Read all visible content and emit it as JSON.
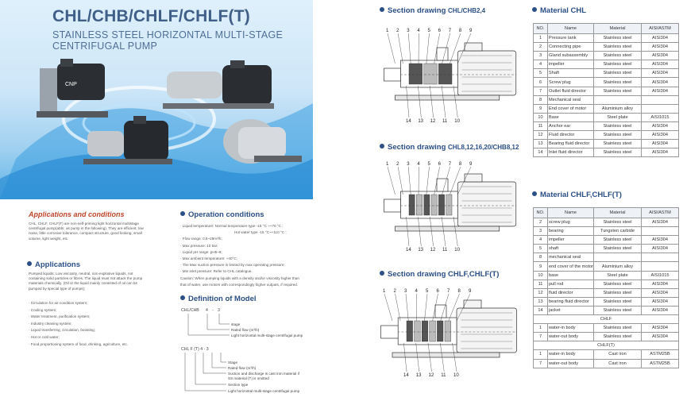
{
  "hero": {
    "title": "CHL/CHB/CHLF/CHLF(T)",
    "subtitle_line1": "STAINLESS STEEL HORIZONTAL MULTI-STAGE",
    "subtitle_line2": "CENTRIFUGAL PUMP",
    "pump_label": "CNP"
  },
  "applications_conditions": {
    "heading": "Applications and conditions",
    "text": [
      "CHL, CHLF, CHLF(T) are non-self-priming light horizontal multistage",
      "centrifugal pump(abbr. as pump in the following). They are efficient, low",
      "noise,   little corrosive tolerance, compact structure, good looking, small",
      "volume, light weight, etc."
    ]
  },
  "applications": {
    "heading": "Applications",
    "text": [
      "Pumped liquids: Low viscosity, neutral, non-explosive liquids, not",
      "containing solid particles or fibres. The liquid must not attack the pump",
      "materials chemically. (Oil or the liquid mainly consisted of oil can be",
      "pumped by special type of pumps);"
    ],
    "list": [
      "· Circulation for air condition system;",
      "· Cooling system;",
      "· Water treatment, purification system;",
      "· Industry cleaning system;",
      "· Liquid transferring, circulation, boosting;",
      "· Hot or cold water;",
      "· Food proportioning system of food, drinking, agriculture, etc."
    ]
  },
  "operation_conditions": {
    "heading": "Operation conditions",
    "lines": [
      "· Liquid temperature: Normal temperature type -15 °C ~+70 °C ;",
      "                               Hot water type -15 °C~+110 °C ;",
      "· Flow range: 0.5~29m³/h;",
      "· Max pressure: 10 bar;",
      "· Liquid pH range: pH5~9;",
      "· Max ambient temperature: +40°C;",
      "· The Max suction pressure is limited by max operating pressure;",
      "· Min inlet pressure: Refer to CHL catalogue.",
      "Caution: When pumping liquids with a density and/or viscosity higher than",
      "that of water, use motors with correspondingly higher outputs, if required."
    ]
  },
  "definition_of_model": {
    "heading": "Definition of Model",
    "model1": {
      "code": "CHL/CHB",
      "num1": "4",
      "dash": "-",
      "num2": "3",
      "labels": [
        "stage",
        "Rated flow (m³/h)",
        "Light horizontal multi-stage centrifugal pump"
      ]
    },
    "model2": {
      "code": "CHL  F  (T)  4  -  3",
      "labels": [
        "Stage",
        "Rated flow (m³/h)",
        "Suction and discharge is cast iron material if",
        "SS material (T) is omitted",
        "Section type",
        "Light horizontal multi-stage centrifugal pump"
      ]
    }
  },
  "drawings": [
    {
      "title": "Section drawing",
      "sub": "CHL/CHB2,4",
      "top_numbers": [
        "1",
        "2",
        "3",
        "4",
        "5",
        "6",
        "7",
        "8",
        "9"
      ],
      "bottom_numbers": [
        "14",
        "13",
        "12",
        "11",
        "10"
      ]
    },
    {
      "title": "Section drawing",
      "sub": "CHL8,12,16,20/CHB8,12",
      "top_numbers": [
        "1",
        "2",
        "3",
        "4",
        "5",
        "6",
        "7",
        "8",
        "9"
      ],
      "bottom_numbers": [
        "14",
        "13",
        "12",
        "11",
        "10"
      ]
    },
    {
      "title": "Section drawing CHLF,CHLF(T)",
      "sub": "",
      "top_numbers": [
        "1",
        "2",
        "3",
        "4",
        "5",
        "6",
        "7",
        "8",
        "9"
      ],
      "bottom_numbers": [
        "14",
        "13",
        "12",
        "11",
        "10"
      ]
    }
  ],
  "material_chl": {
    "heading": "Material CHL",
    "columns": [
      "NO.",
      "Name",
      "Material",
      "AISI/ASTM"
    ],
    "rows": [
      [
        "1",
        "Pressure tank",
        "Stainless steel",
        "AISI304"
      ],
      [
        "2",
        "Connecting pipe",
        "Stainless steel",
        "AISI304"
      ],
      [
        "3",
        "Gland subassembly",
        "Stainless steel",
        "AISI304"
      ],
      [
        "4",
        "impeller",
        "Stainless steel",
        "AISI304"
      ],
      [
        "5",
        "Shaft",
        "Stainless steel",
        "AISI304"
      ],
      [
        "6",
        "Screw plug",
        "Stainless steel",
        "AISI304"
      ],
      [
        "7",
        "Outlet fluid director",
        "Stainless steel",
        "AISI304"
      ],
      [
        "8",
        "Mechanical seal",
        "",
        ""
      ],
      [
        "9",
        "End cover of motor",
        "Aluminium alloy",
        ""
      ],
      [
        "10",
        "Base",
        "Steel plate",
        "AISI1015"
      ],
      [
        "11",
        "Anchor ear",
        "Stainless steel",
        "AISI304"
      ],
      [
        "12",
        "Fluid director",
        "Stainless steel",
        "AISI304"
      ],
      [
        "13",
        "Bearing fluid director",
        "Stainless steel",
        "AISI304"
      ],
      [
        "14",
        "Inlet fluid director",
        "Stainless steel",
        "AISI304"
      ]
    ]
  },
  "material_chlf": {
    "heading": "Material CHLF,CHLF(T)",
    "columns": [
      "NO.",
      "Name",
      "Material",
      "AISI/ASTM"
    ],
    "rows": [
      [
        "2",
        "screw plug",
        "Stainless steel",
        "AISI304"
      ],
      [
        "3",
        "bearing",
        "Tungsten carbide",
        ""
      ],
      [
        "4",
        "impeller",
        "Stainless steel",
        "AISI304"
      ],
      [
        "5",
        "shaft",
        "Stainless steel",
        "AISI304"
      ],
      [
        "8",
        "mechanical seal",
        "",
        ""
      ],
      [
        "9",
        "end cover of the motor",
        "Aluminium alloy",
        ""
      ],
      [
        "10",
        "base",
        "Steel plate",
        "AISI1015"
      ],
      [
        "11",
        "pull rod",
        "Stainless steel",
        "AISI304"
      ],
      [
        "12",
        "fluid director",
        "Stainless steel",
        "AISI304"
      ],
      [
        "13",
        "bearing fluid director",
        "Stainless steel",
        "AISI304"
      ],
      [
        "14",
        "jacket",
        "Stainless steel",
        "AISI304"
      ]
    ],
    "group_chlf": "CHLF",
    "rows_chlf": [
      [
        "1",
        "water-in body",
        "Stainless steel",
        "AISI304"
      ],
      [
        "7",
        "water-out body",
        "Stainless steel",
        "AISI304"
      ]
    ],
    "group_chlft": "CHLF(T)",
    "rows_chlft": [
      [
        "1",
        "water-in body",
        "Cast iron",
        "ASTM25B"
      ],
      [
        "7",
        "water-out body",
        "Cast iron",
        "ASTM25B"
      ]
    ]
  }
}
